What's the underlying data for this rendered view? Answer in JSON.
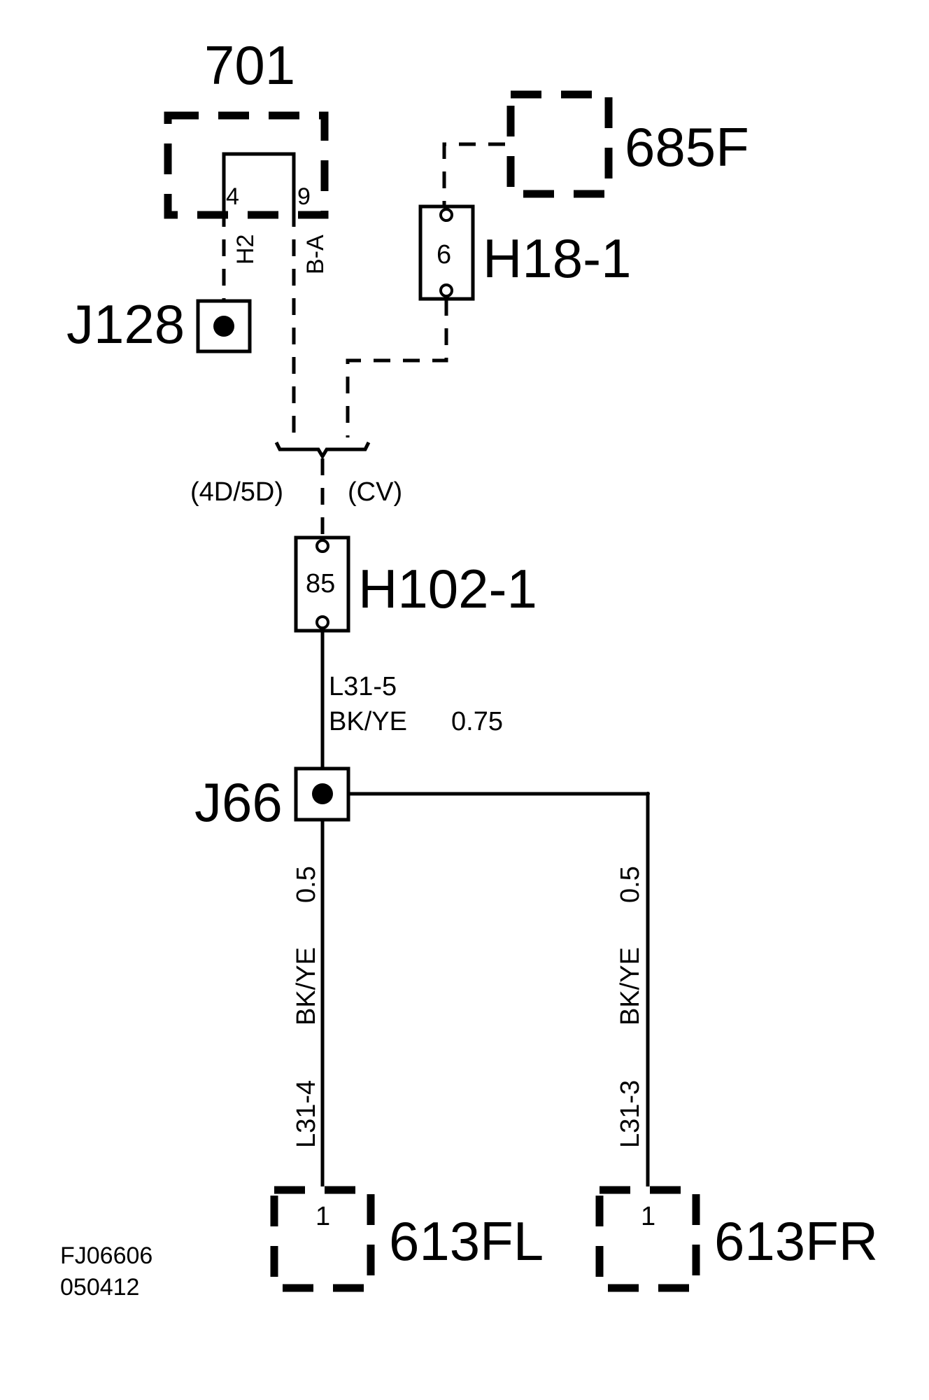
{
  "components": {
    "c701": "701",
    "c685f": "685F",
    "c613fl": "613FL",
    "c613fr": "613FR",
    "pin_613fl": "1",
    "pin_613fr": "1"
  },
  "connectors": {
    "h18": {
      "label": "H18-1",
      "pin": "6"
    },
    "h102": {
      "label": "H102-1",
      "pin": "85"
    }
  },
  "joints": {
    "j128": "J128",
    "j66": "J66"
  },
  "pins_701": {
    "left": "4",
    "right": "9",
    "left_wire": "H2",
    "right_wire": "B-A"
  },
  "variants": {
    "left": "(4D/5D)",
    "right": "(CV)"
  },
  "wires": {
    "main": {
      "id": "L31-5",
      "color": "BK/YE",
      "size": "0.75"
    },
    "fl": {
      "id": "L31-4",
      "color": "BK/YE",
      "size": "0.5"
    },
    "fr": {
      "id": "L31-3",
      "color": "BK/YE",
      "size": "0.5"
    }
  },
  "footer": {
    "code": "FJ06606",
    "date": "050412"
  }
}
